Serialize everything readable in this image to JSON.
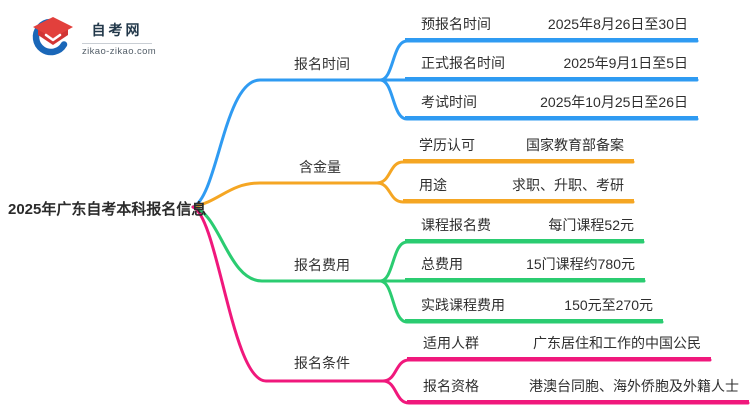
{
  "logo": {
    "site_name": "自考网",
    "site_url": "zikao-zikao.com",
    "icon": "graduation-cap-icon",
    "icon_colors": {
      "cap_red": "#E2403C",
      "cap_dark_red": "#D13535",
      "swoosh_blue": "#1A67B8"
    }
  },
  "title": "2025年广东自考本科报名信息",
  "colors": {
    "blue": "#2F9BF2",
    "orange": "#F5A623",
    "green": "#2BCC71",
    "pink": "#F0187C",
    "text": "#2F2F2F"
  },
  "branches": [
    {
      "label": "报名时间",
      "color": "#2F9BF2",
      "children": [
        {
          "label": "预报名时间",
          "value": "2025年8月26日至30日"
        },
        {
          "label": "正式报名时间",
          "value": "2025年9月1日至5日"
        },
        {
          "label": "考试时间",
          "value": "2025年10月25日至26日"
        }
      ]
    },
    {
      "label": "含金量",
      "color": "#F5A623",
      "children": [
        {
          "label": "学历认可",
          "value": "国家教育部备案"
        },
        {
          "label": "用途",
          "value": "求职、升职、考研"
        }
      ]
    },
    {
      "label": "报名费用",
      "color": "#2BCC71",
      "children": [
        {
          "label": "课程报名费",
          "value": "每门课程52元"
        },
        {
          "label": "总费用",
          "value": "15门课程约780元"
        },
        {
          "label": "实践课程费用",
          "value": "150元至270元"
        }
      ]
    },
    {
      "label": "报名条件",
      "color": "#F0187C",
      "children": [
        {
          "label": "适用人群",
          "value": "广东居住和工作的中国公民"
        },
        {
          "label": "报名资格",
          "value": "港澳台同胞、海外侨胞及外籍人士"
        }
      ]
    }
  ]
}
